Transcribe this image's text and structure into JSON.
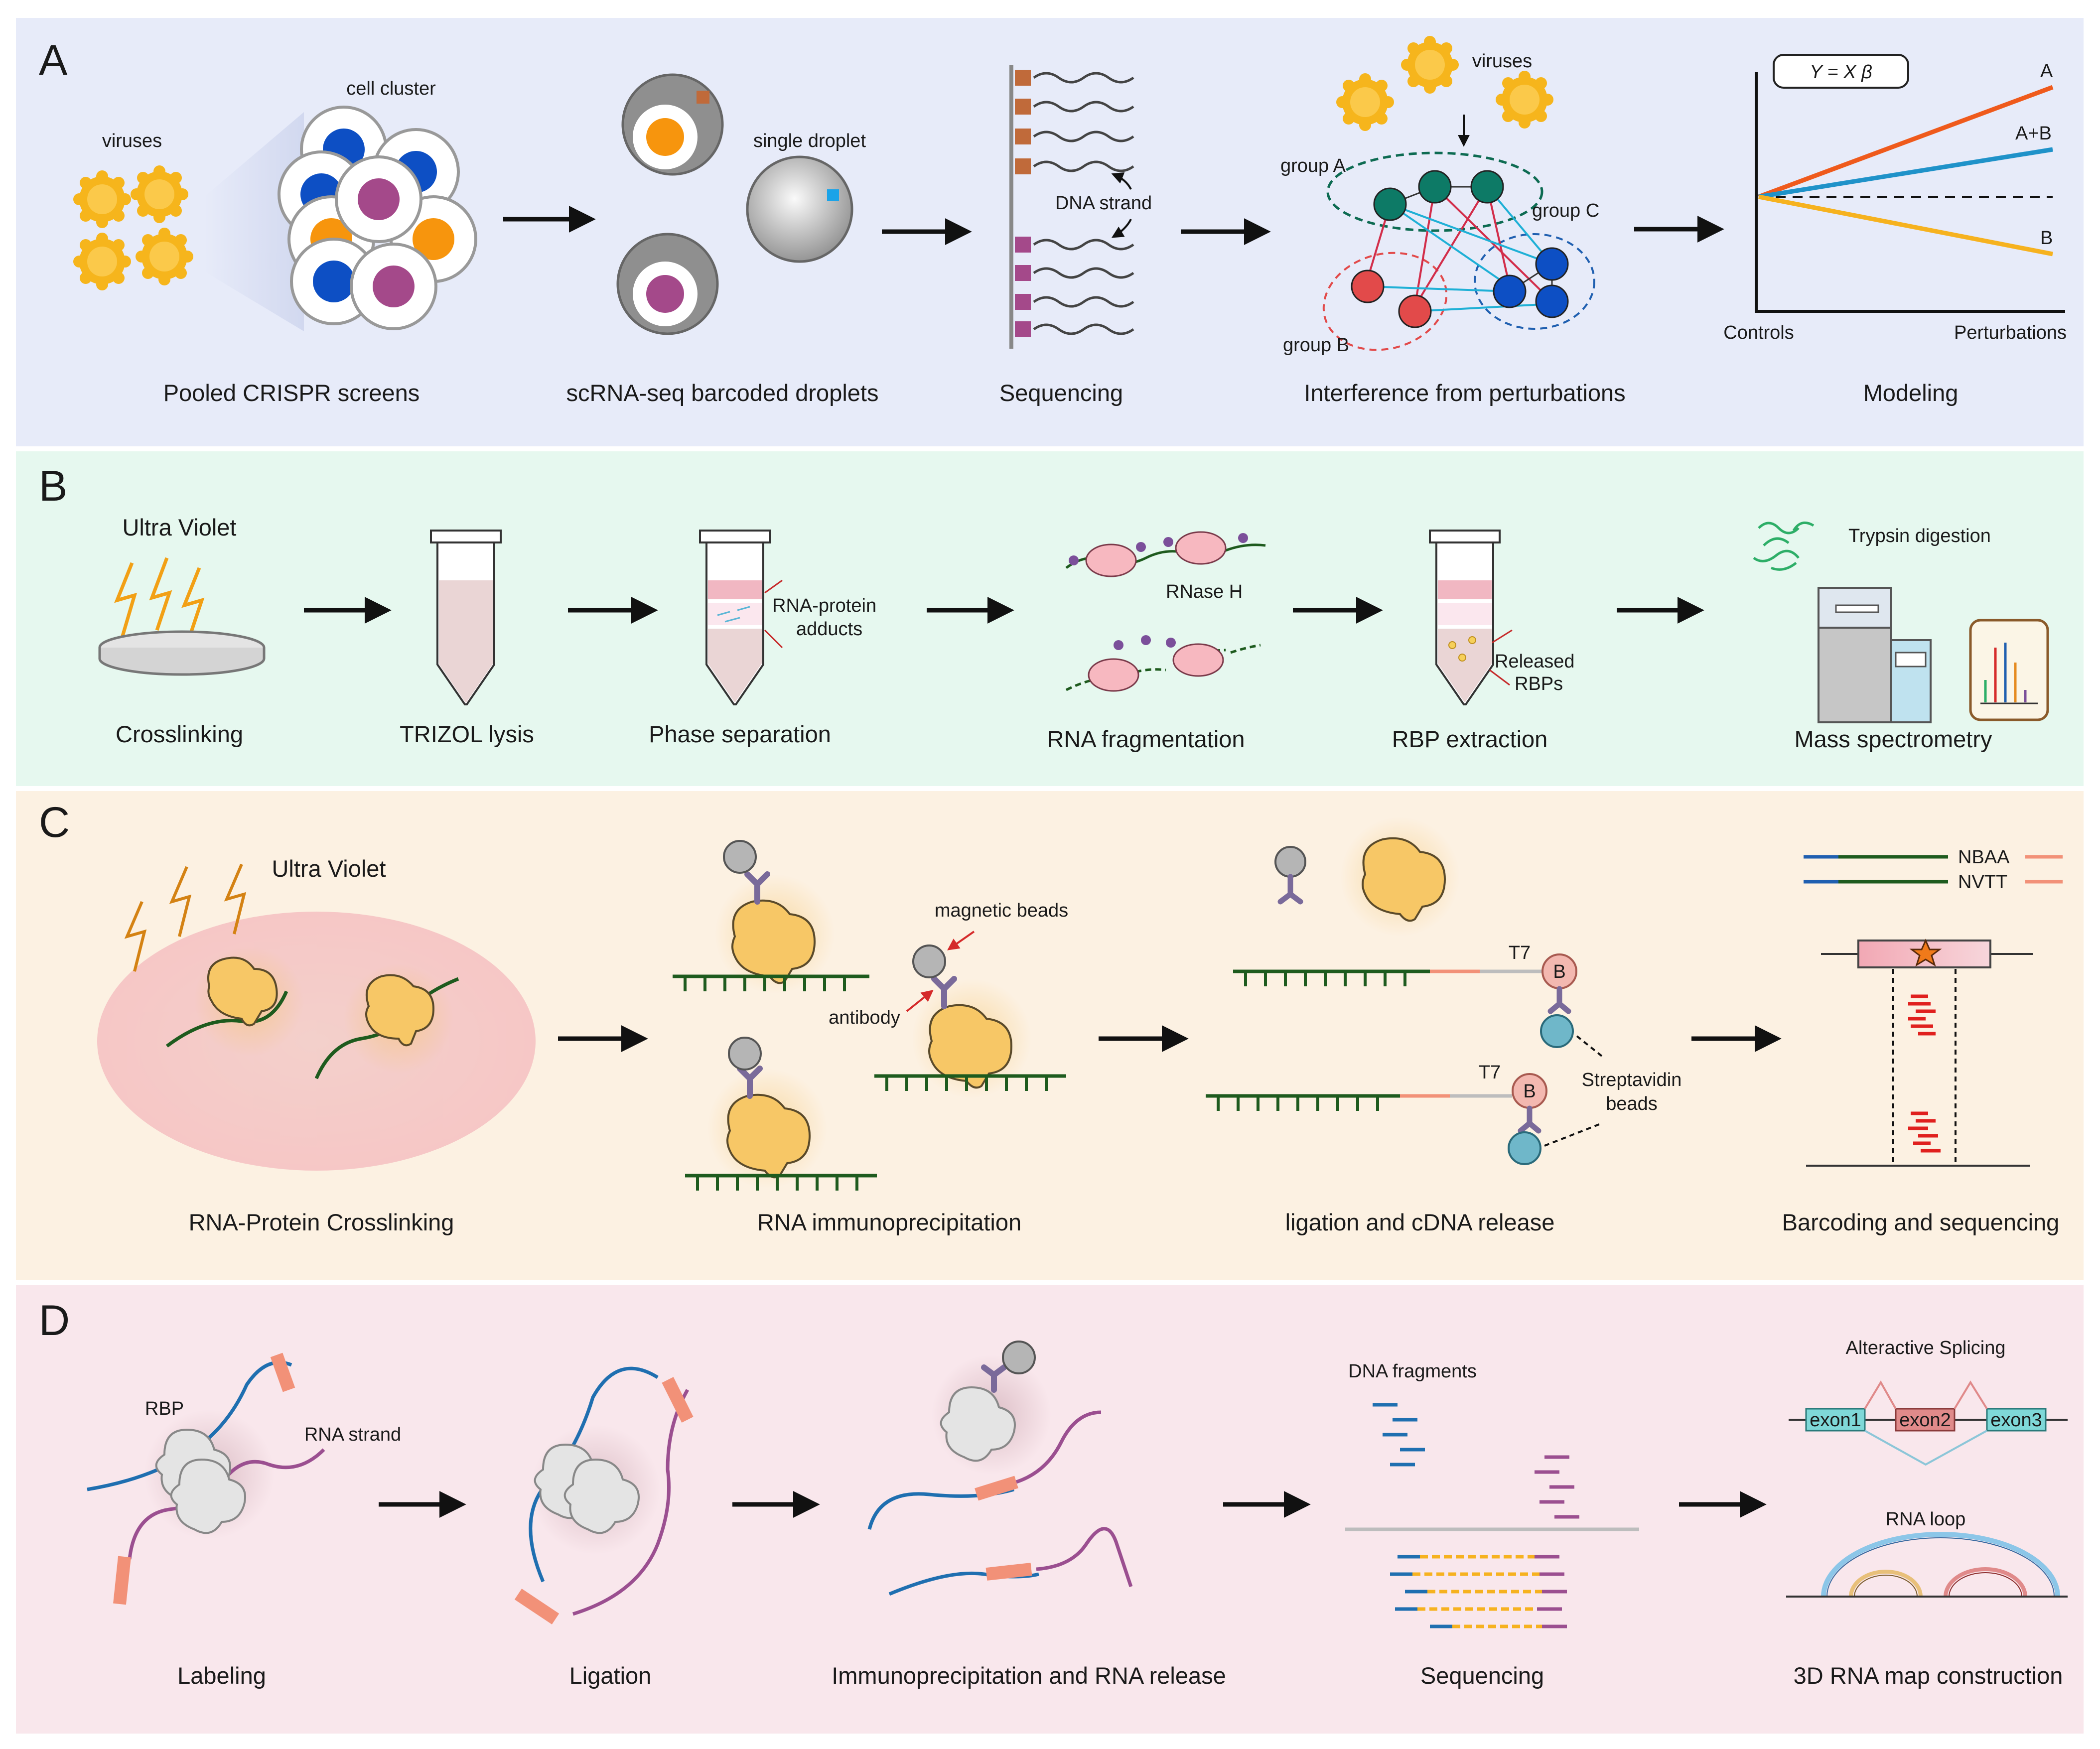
{
  "colors": {
    "panel_a_bg": "#e7ebf9",
    "panel_b_bg": "#e6f8ef",
    "panel_c_bg": "#fcf1e2",
    "panel_d_bg": "#f9e7ec",
    "virus": "#f6b51c",
    "orange_nucleus": "#f7950d",
    "blue_nucleus": "#0d4fc4",
    "purple_nucleus": "#a4498a",
    "teal_node": "#0d7a66",
    "red_node": "#e24a4a",
    "line_A": "#ef5a1c",
    "line_AB": "#1f92c9",
    "line_B": "#f6b21f",
    "rna_green": "#1e5b1e",
    "rna_blue": "#1f6fb0",
    "rna_purple": "#9b4f90",
    "tag_salmon": "#f29178",
    "protein": "#f7c766"
  },
  "panels": {
    "a": {
      "letter": "A",
      "captions": [
        "Pooled CRISPR screens",
        "scRNA-seq barcoded droplets",
        "Sequencing",
        "Interference from perturbations",
        "Modeling"
      ],
      "labels": {
        "viruses": "viruses",
        "cell_cluster": "cell cluster",
        "single_droplet": "single droplet",
        "dna_strand": "DNA strand",
        "viruses_2": "viruses",
        "group_a": "group A",
        "group_b": "group B",
        "group_c": "group C"
      },
      "model": {
        "equation": "Y = X β",
        "x_left": "Controls",
        "x_right": "Perturbations",
        "series": [
          "A",
          "A+B",
          "B"
        ]
      }
    },
    "b": {
      "letter": "B",
      "captions": [
        "Crosslinking",
        "TRIZOL lysis",
        "Phase separation",
        "RNA fragmentation",
        "RBP extraction",
        "Mass spectrometry"
      ],
      "labels": {
        "ultra_violet": "Ultra Violet",
        "rna_protein_adducts_1": "RNA-protein",
        "rna_protein_adducts_2": "adducts",
        "rnase_h": "RNase H",
        "released_rbps_1": "Released",
        "released_rbps_2": "RBPs",
        "trypsin": "Trypsin digestion"
      }
    },
    "c": {
      "letter": "C",
      "captions": [
        "RNA-Protein Crosslinking",
        "RNA immunoprecipitation",
        "ligation and cDNA release",
        "Barcoding and sequencing"
      ],
      "labels": {
        "ultra_violet": "Ultra Violet",
        "magnetic_beads": "magnetic beads",
        "antibody": "antibody",
        "t7_top": "T7",
        "t7_bottom": "T7",
        "biotin_top": "B",
        "biotin_bottom": "B",
        "streptavidin_1": "Streptavidin",
        "streptavidin_2": "beads",
        "nbaa": "NBAA",
        "nvtt": "NVTT"
      }
    },
    "d": {
      "letter": "D",
      "captions": [
        "Labeling",
        "Ligation",
        "Immunoprecipitation and RNA release",
        "Sequencing",
        "3D RNA map construction"
      ],
      "labels": {
        "rbp": "RBP",
        "rna_strand": "RNA strand",
        "dna_fragments": "DNA fragments",
        "alt_splicing": "Alteractive Splicing",
        "exon1": "exon1",
        "exon2": "exon2",
        "exon3": "exon3",
        "rna_loop": "RNA loop"
      }
    }
  }
}
